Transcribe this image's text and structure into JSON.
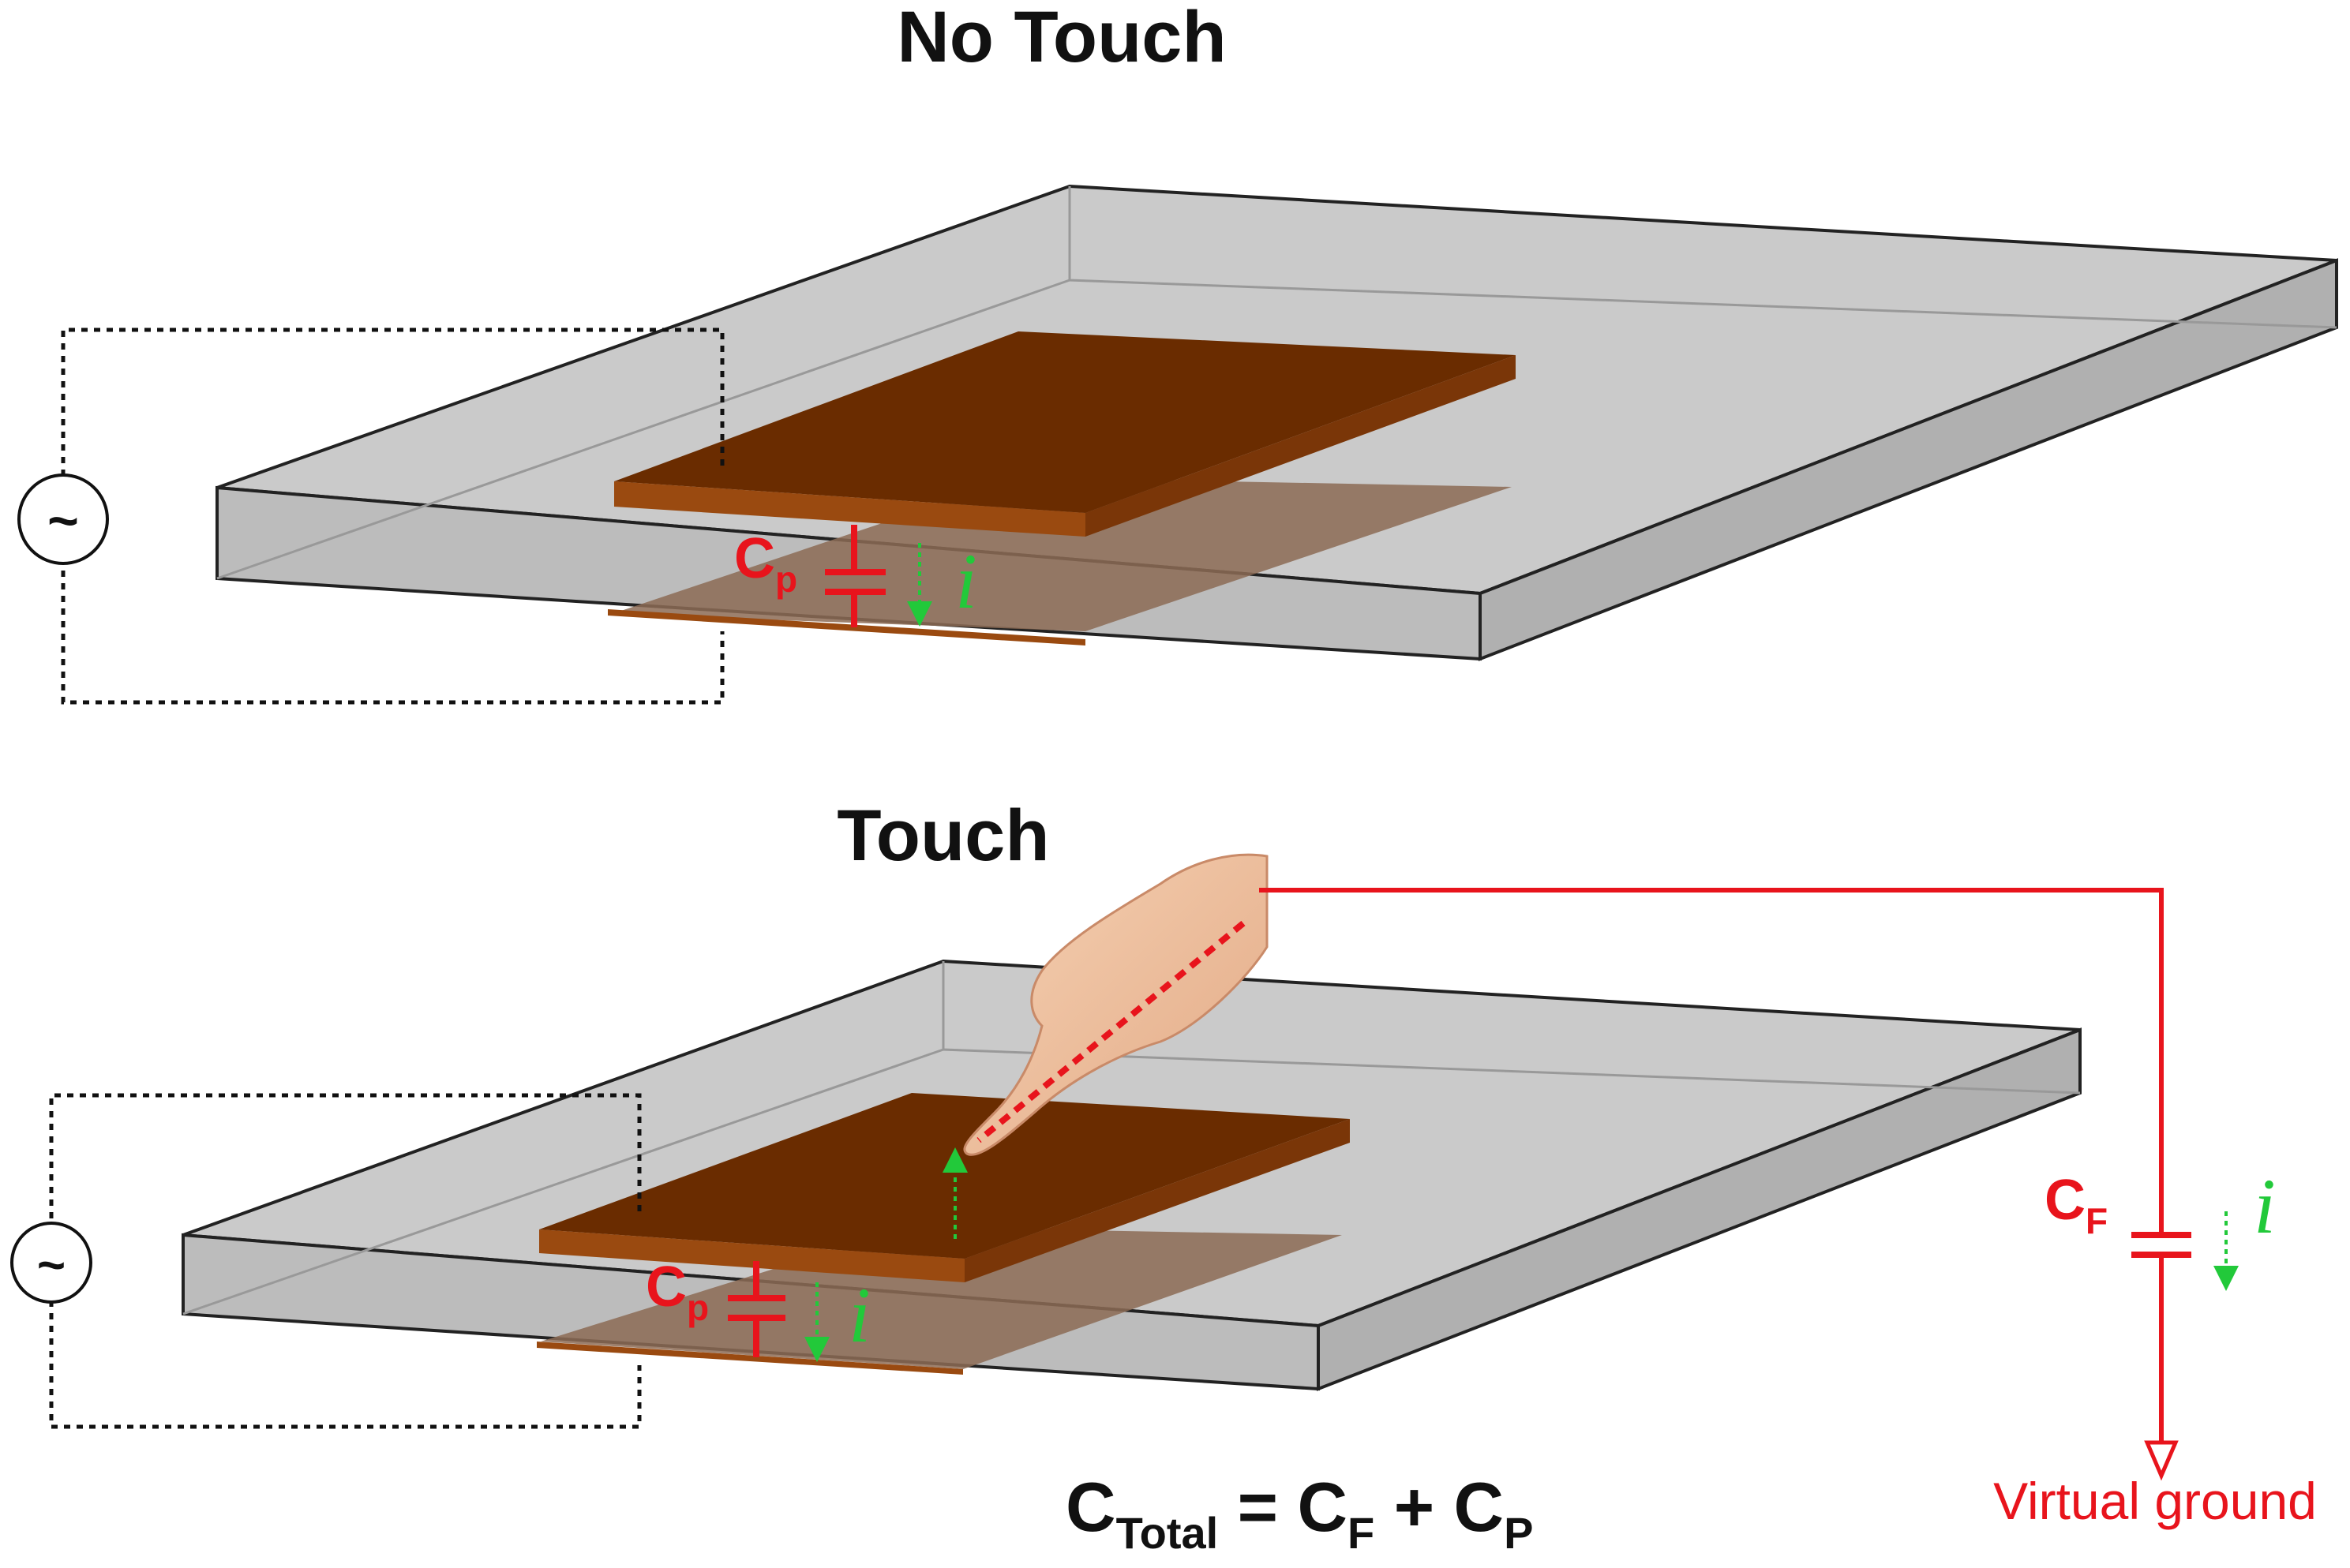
{
  "titles": {
    "no_touch": "No Touch",
    "touch": "Touch"
  },
  "labels": {
    "cp_main": "C",
    "cp_sub": "p",
    "cf_main": "C",
    "cf_sub": "F",
    "current": "i",
    "ac_source": "~",
    "virtual_ground": "Virtual ground"
  },
  "formula": {
    "lhs_main": "C",
    "lhs_sub": "Total",
    "eq": " = ",
    "t1_main": "C",
    "t1_sub": "F",
    "plus": " + ",
    "t2_main": "C",
    "t2_sub": "P"
  },
  "colors": {
    "glass_top": "#c9c9c9",
    "glass_front": "#b8b8b8",
    "electrode": "#6a2c00",
    "electrode_edge": "#9a4a10",
    "shadow": "#8c6b55",
    "capacitor_red": "#e8141c",
    "current_green": "#22c93a"
  }
}
